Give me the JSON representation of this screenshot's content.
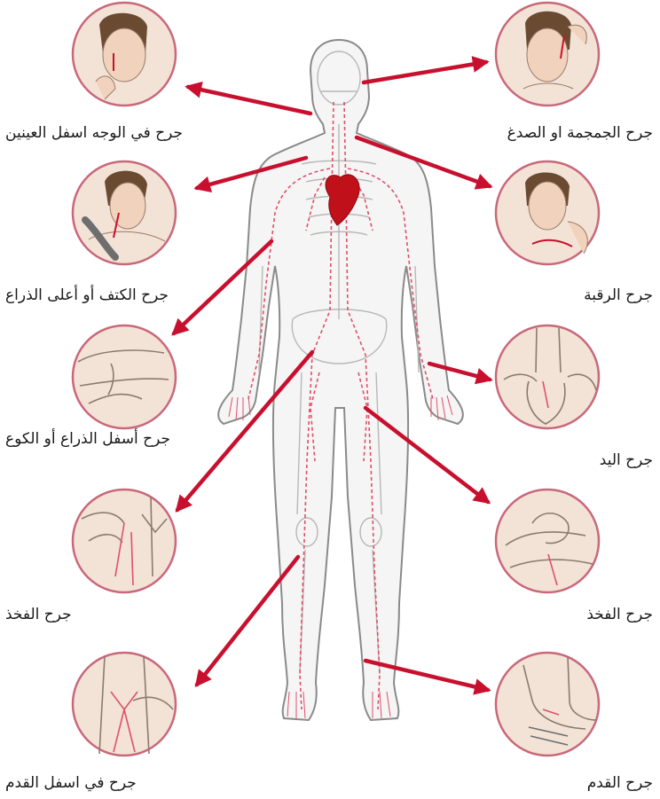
{
  "colors": {
    "arrow": "#c8102e",
    "vessel": "#e0506a",
    "circle_border": "#c9687a",
    "skin": "#f3e3d6",
    "body_outline": "#8a8a8a",
    "heart": "#c0101a"
  },
  "labels": {
    "left": [
      "جرح في الوجه اسفل العينين",
      "جرح الكتف أو أعلى الذراع",
      "جرح أسفل الذراع أو الكوع",
      "جرح الفخذ",
      "جرح في اسفل القدم"
    ],
    "right": [
      "جرح الجمجمة او الصدغ",
      "جرح الرقبة",
      "جرح اليد",
      "جرح الفخذ",
      "جرح القدم"
    ]
  },
  "icons": {
    "left": [
      "face-wound-icon",
      "shoulder-wound-icon",
      "forearm-wound-icon",
      "thigh-wound-icon",
      "lower-leg-wound-icon"
    ],
    "right": [
      "temple-wound-icon",
      "neck-wound-icon",
      "hand-wound-icon",
      "thigh-pressure-icon",
      "foot-wound-icon"
    ]
  }
}
